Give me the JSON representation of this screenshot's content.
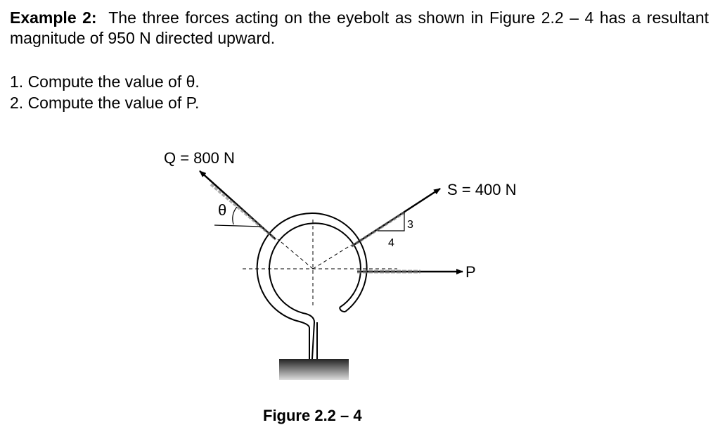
{
  "example": {
    "label": "Example 2:",
    "text": "The three forces acting on the eyebolt as shown in Figure 2.2 – 4 has a resultant magnitude of 950 N directed upward."
  },
  "tasks": [
    "1. Compute the value of θ.",
    "2. Compute the value of P."
  ],
  "figure": {
    "q_label": "Q = 800 N",
    "s_label": "S = 400 N",
    "p_label": "P",
    "theta_label": "θ",
    "slope_rise": "3",
    "slope_run": "4",
    "caption": "Figure 2.2 – 4"
  }
}
